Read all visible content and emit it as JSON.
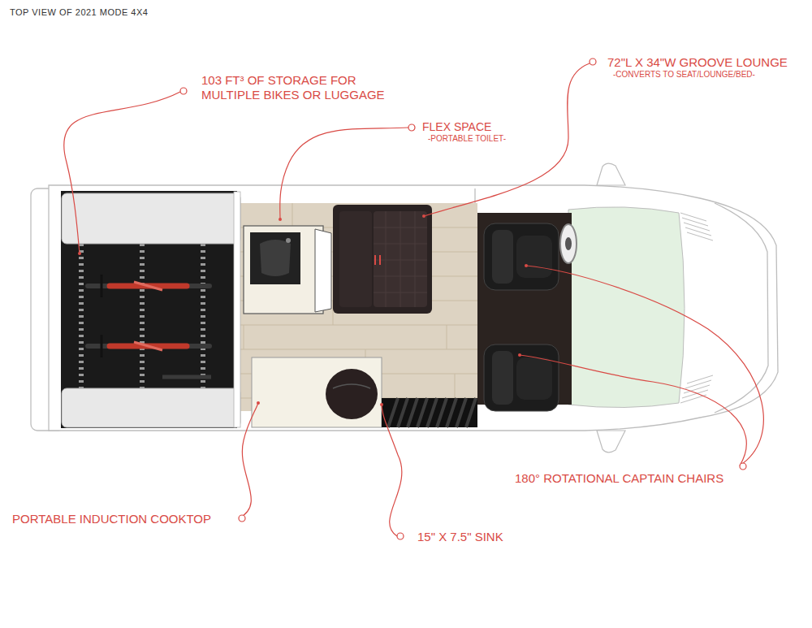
{
  "diagram": {
    "title": "TOP VIEW OF 2021 MODE 4X4",
    "labels": [
      "103 FT³ OF STORAGE FOR MULTIPLE BIKES OR LUGGAGE",
      "FLEX SPACE",
      "-PORTABLE TOILET-",
      "72\"L X 34\"W GROOVE LOUNGE",
      "-CONVERTS TO SEAT/LOUNGE/BED-",
      "180° ROTATIONAL CAPTAIN CHAIRS",
      "PORTABLE INDUCTION COOKTOP",
      "15\" X 7.5\" SINK"
    ]
  }
}
